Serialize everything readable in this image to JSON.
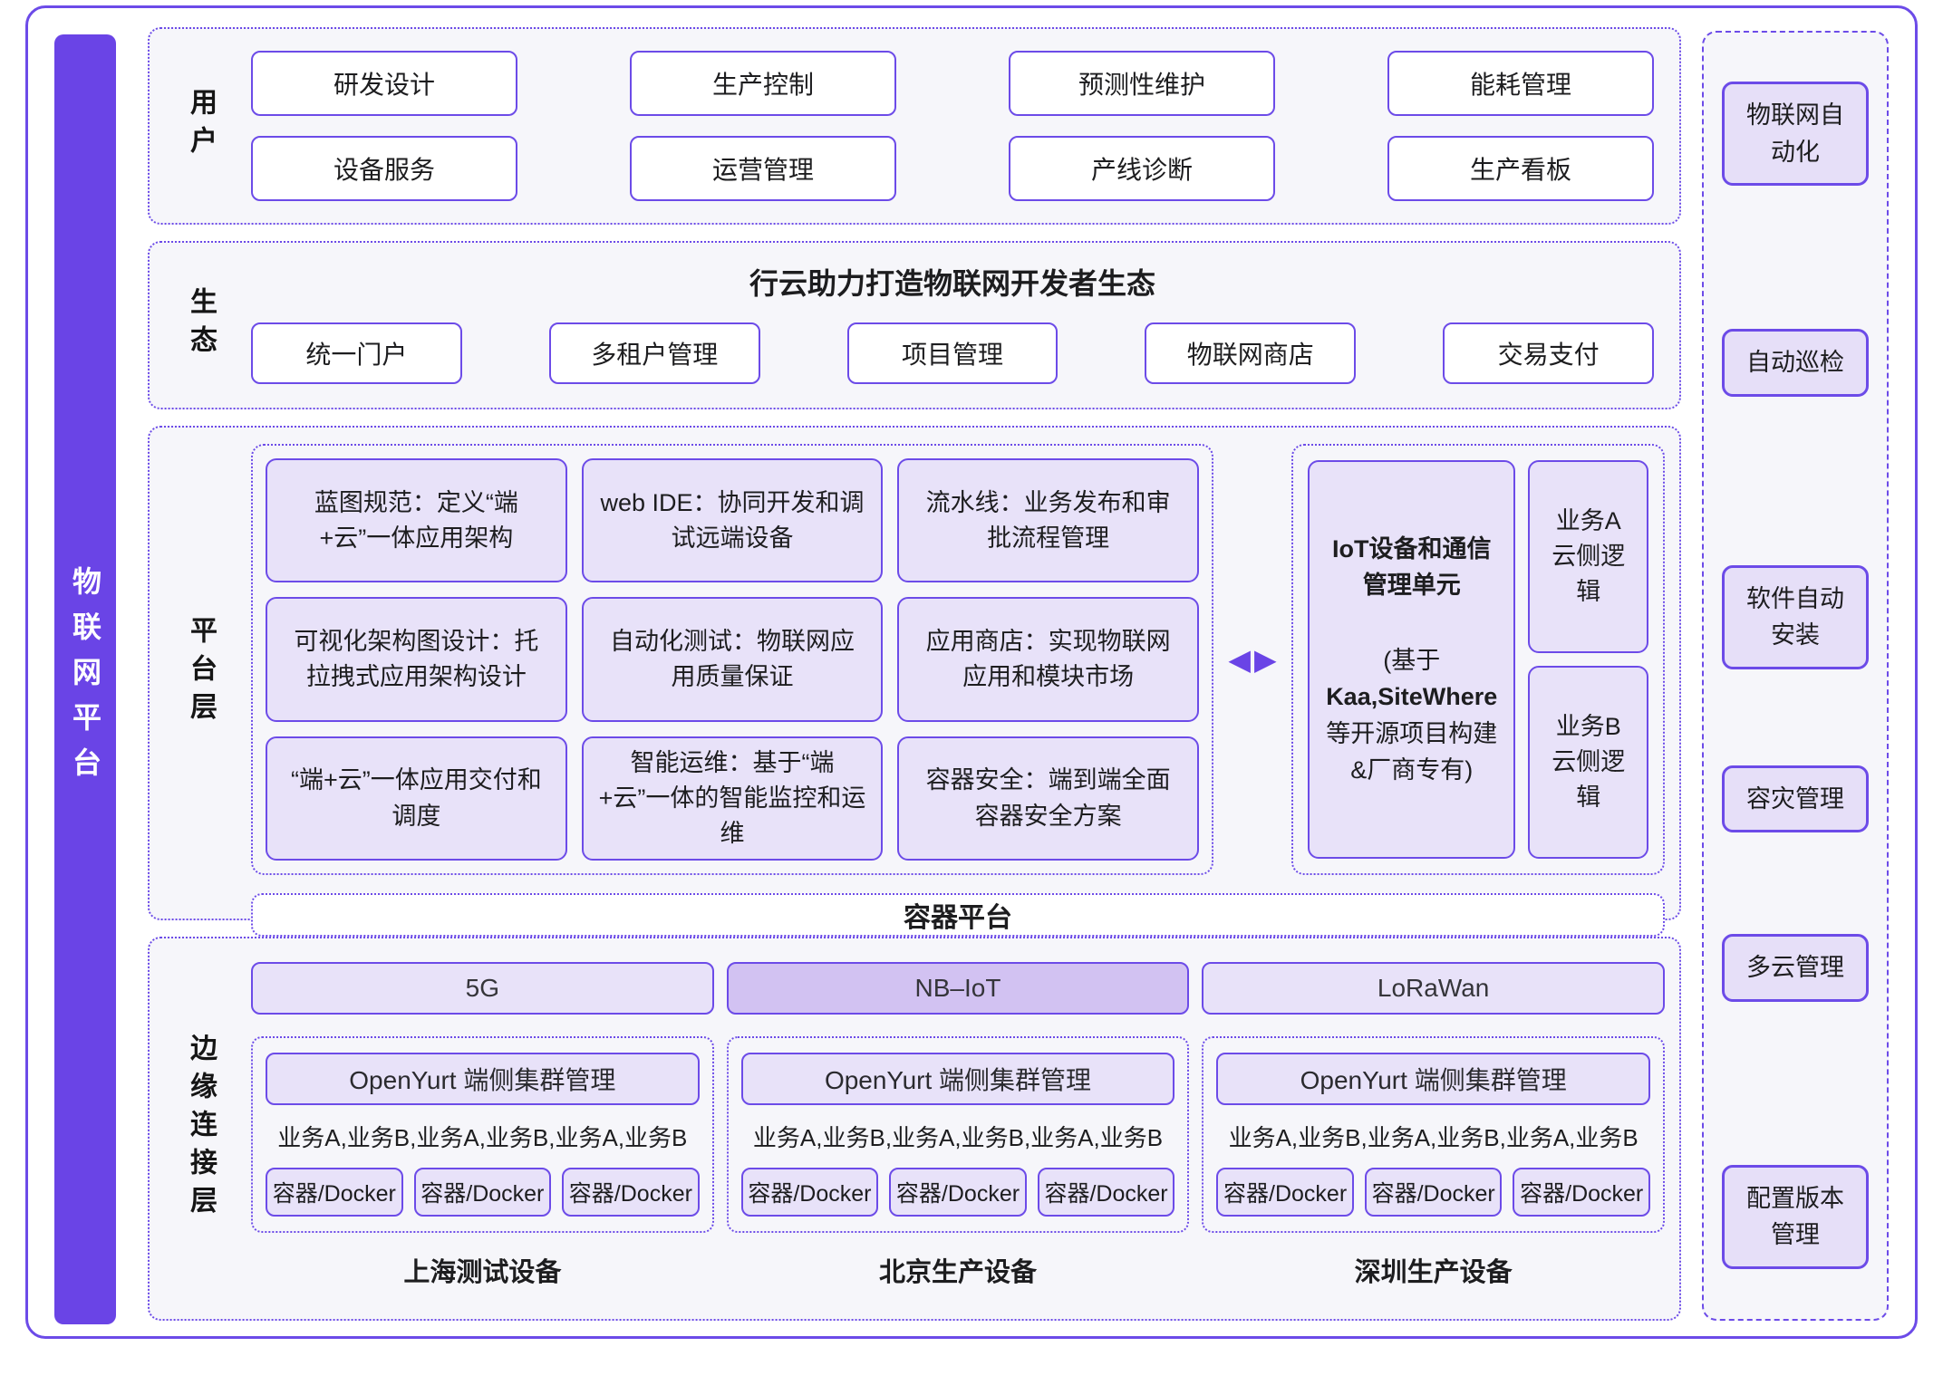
{
  "colors": {
    "accent": "#6c4be8",
    "left_bar_fill": "#6a44e6",
    "box_fill": "#e8e2f9",
    "nbiot_fill": "#d2c2f2",
    "section_bg": "#f6f6fa"
  },
  "platform_bar": {
    "label": "物联网平台"
  },
  "sections": {
    "user": {
      "label": "用户",
      "boxes": [
        "研发设计",
        "生产控制",
        "预测性维护",
        "能耗管理",
        "设备服务",
        "运营管理",
        "产线诊断",
        "生产看板"
      ]
    },
    "ecosystem": {
      "label": "生态",
      "title": "行云助力打造物联网开发者生态",
      "boxes": [
        "统一门户",
        "多租户管理",
        "项目管理",
        "物联网商店",
        "交易支付"
      ]
    },
    "platform": {
      "label": "平台层",
      "capability_boxes": [
        "蓝图规范：定义“端+云”一体应用架构",
        "web IDE：协同开发和调试远端设备",
        "流水线：业务发布和审批流程管理",
        "可视化架构图设计：托拉拽式应用架构设计",
        "自动化测试：物联网应用质量保证",
        "应用商店：实现物联网应用和模块市场",
        "“端+云”一体应用交付和调度",
        "智能运维：基于“端+云”一体的智能监控和运维",
        "容器安全：端到端全面容器安全方案"
      ],
      "arrow_left": "◀",
      "arrow_right": "▶",
      "iot_unit": {
        "title": "IoT设备和通信\n管理单元",
        "sub_pre": "(基于",
        "sub_bold": "Kaa,SiteWhere",
        "sub_post": "等开源项目构建\n&厂商专有)"
      },
      "cloud_logic_boxes": [
        "业务A\n云侧逻辑",
        "业务B\n云侧逻辑"
      ],
      "container_platform": "容器平台"
    },
    "edge": {
      "label": "边缘连接层",
      "columns": [
        {
          "network": "5G",
          "cluster": "OpenYurt 端侧集群管理",
          "services": "业务A,业务B,业务A,业务B,业务A,业务B",
          "containers": [
            "容器/Docker",
            "容器/Docker",
            "容器/Docker"
          ],
          "caption": "上海测试设备"
        },
        {
          "network": "NB–IoT",
          "cluster": "OpenYurt 端侧集群管理",
          "services": "业务A,业务B,业务A,业务B,业务A,业务B",
          "containers": [
            "容器/Docker",
            "容器/Docker",
            "容器/Docker"
          ],
          "caption": "北京生产设备"
        },
        {
          "network": "LoRaWan",
          "cluster": "OpenYurt 端侧集群管理",
          "services": "业务A,业务B,业务A,业务B,业务A,业务B",
          "containers": [
            "容器/Docker",
            "容器/Docker",
            "容器/Docker"
          ],
          "caption": "深圳生产设备"
        }
      ]
    }
  },
  "right_sidebar": {
    "items": [
      "物联网自\n动化",
      "自动巡检",
      "软件自动\n安装",
      "容灾管理",
      "多云管理",
      "配置版本\n管理"
    ]
  }
}
